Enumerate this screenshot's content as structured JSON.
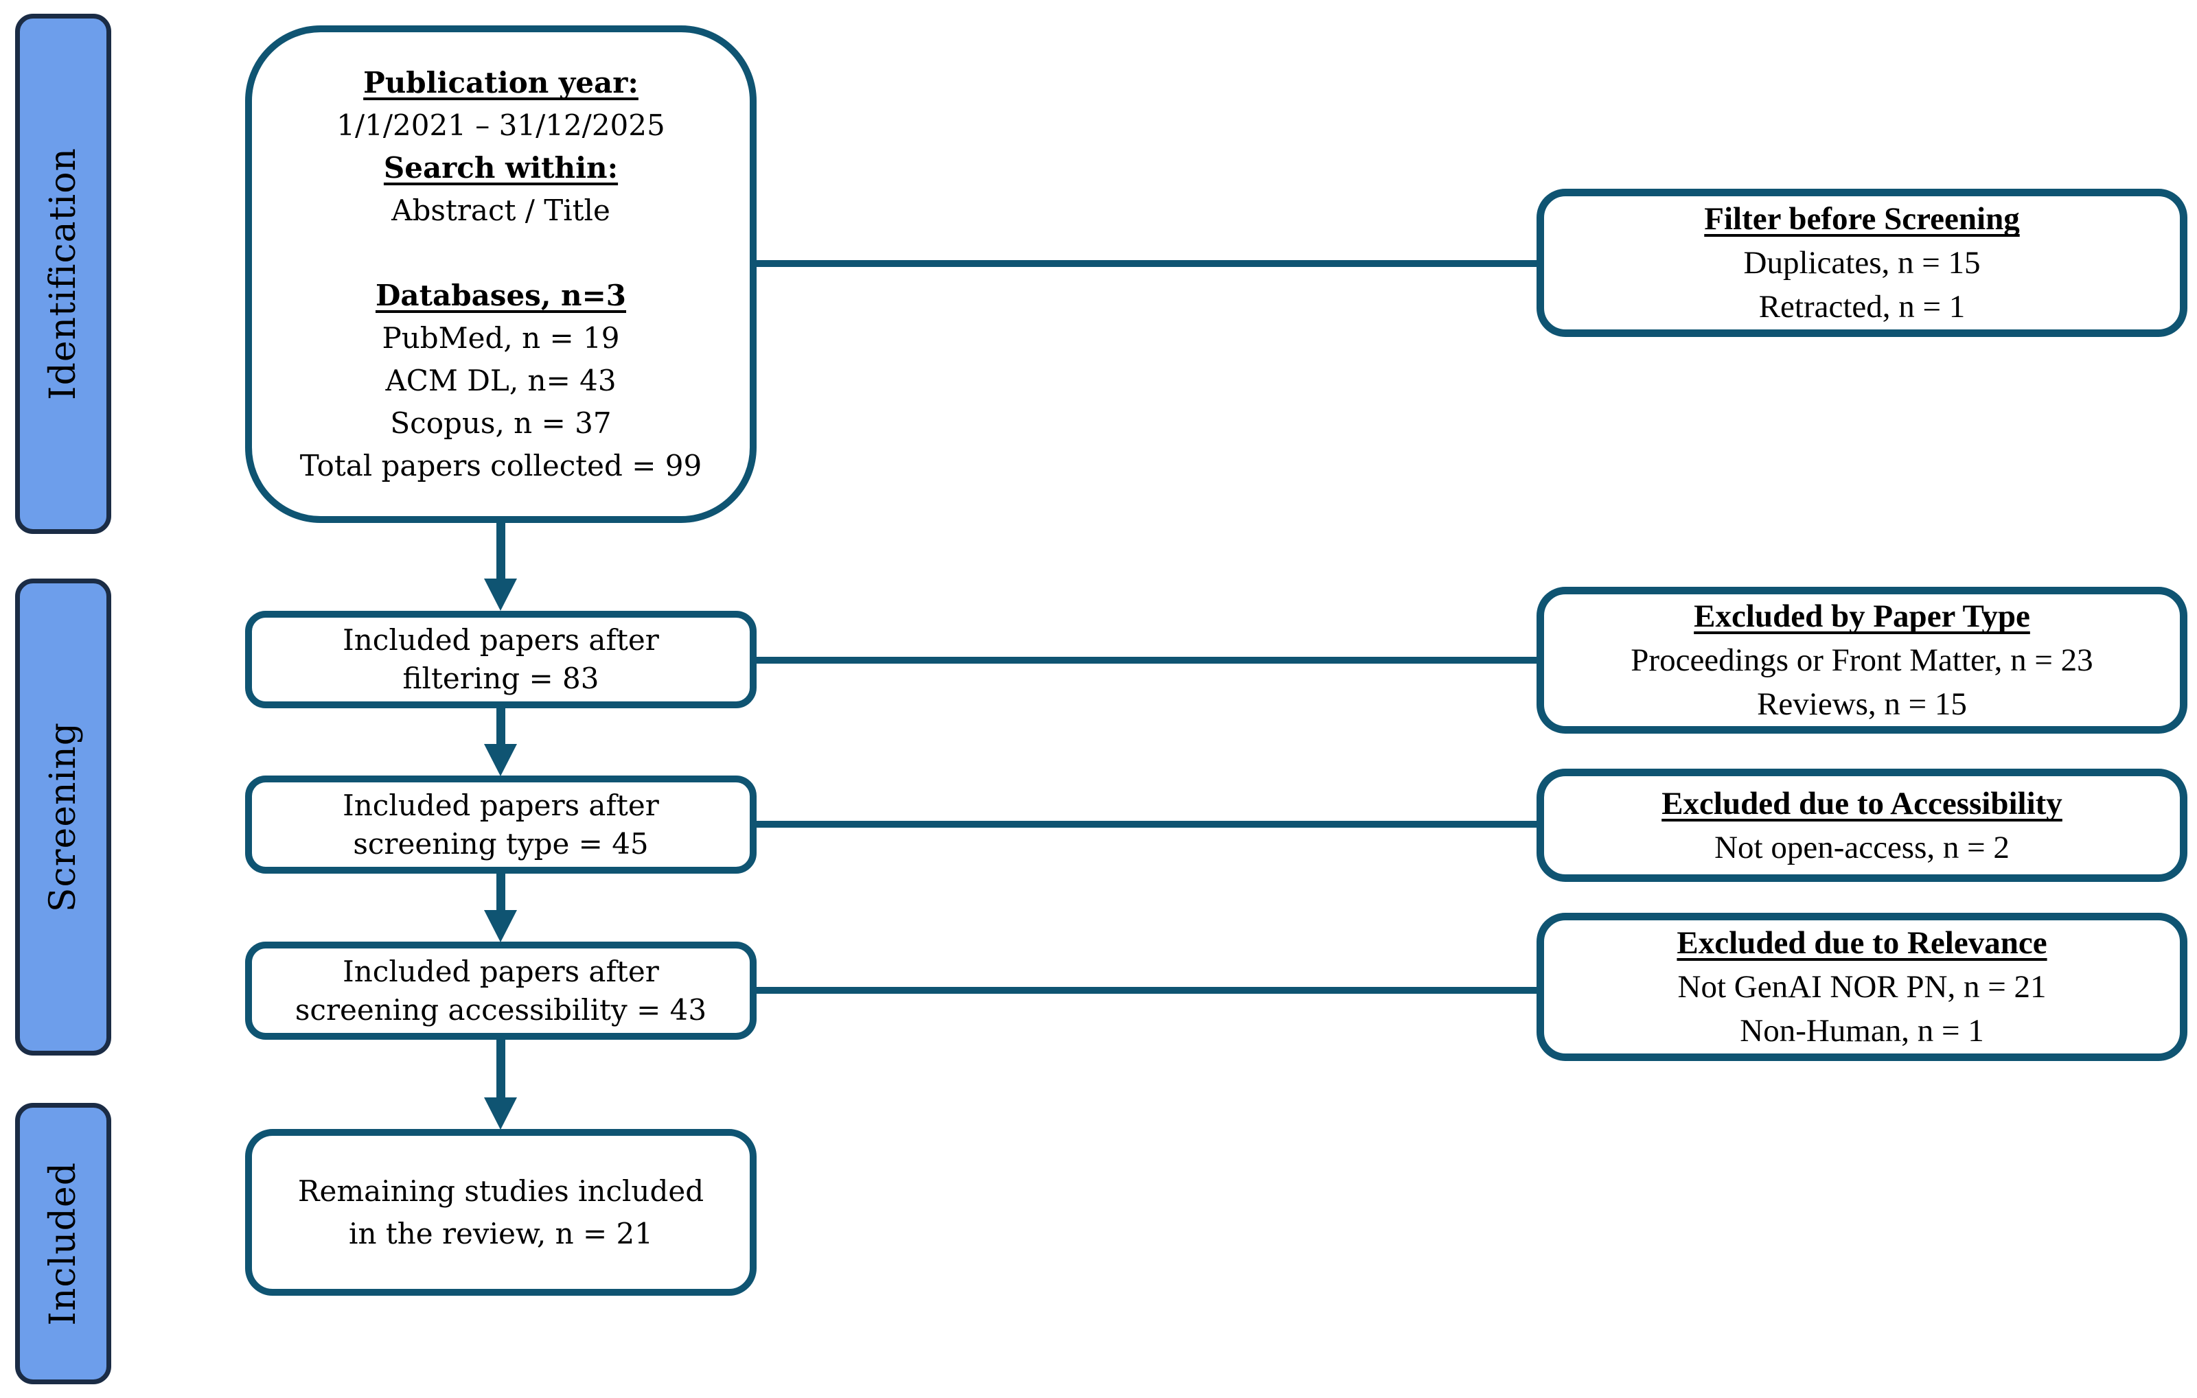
{
  "diagram_type": "PRISMA flow diagram",
  "colors": {
    "line": "#0F5472",
    "sidebar_fill": "#6D9EEB",
    "sidebar_border": "#1B2C45",
    "box_fill": "#FFFFFF",
    "text": "#000000"
  },
  "sidebar": {
    "items": [
      {
        "label": "Identification"
      },
      {
        "label": "Screening"
      },
      {
        "label": "Included"
      }
    ]
  },
  "identification": {
    "heading_publication_year": "Publication year:",
    "publication_year_range": "1/1/2021 – 31/12/2025",
    "heading_search_within": "Search within:",
    "search_within": "Abstract / Title",
    "heading_databases": "Databases, n=3",
    "databases": [
      "PubMed, n = 19",
      "ACM DL, n= 43",
      "Scopus, n = 37"
    ],
    "total": "Total papers collected = 99"
  },
  "process_boxes": [
    {
      "line1": "Included papers after",
      "line2": "filtering = 83"
    },
    {
      "line1": "Included papers after",
      "line2": "screening type = 45"
    },
    {
      "line1": "Included papers after",
      "line2": "screening accessibility = 43"
    },
    {
      "line1": "Remaining studies included",
      "line2": "in the review, n = 21"
    }
  ],
  "exclusion_boxes": [
    {
      "title": "Filter before Screening",
      "lines": [
        "Duplicates, n = 15",
        "Retracted, n = 1"
      ]
    },
    {
      "title": "Excluded by Paper Type",
      "lines": [
        "Proceedings or Front Matter, n = 23",
        "Reviews, n = 15"
      ]
    },
    {
      "title": "Excluded due to Accessibility",
      "lines": [
        "Not open-access, n = 2"
      ]
    },
    {
      "title": "Excluded due to Relevance",
      "lines": [
        "Not GenAI NOR PN, n = 21",
        "Non-Human, n = 1"
      ]
    }
  ]
}
